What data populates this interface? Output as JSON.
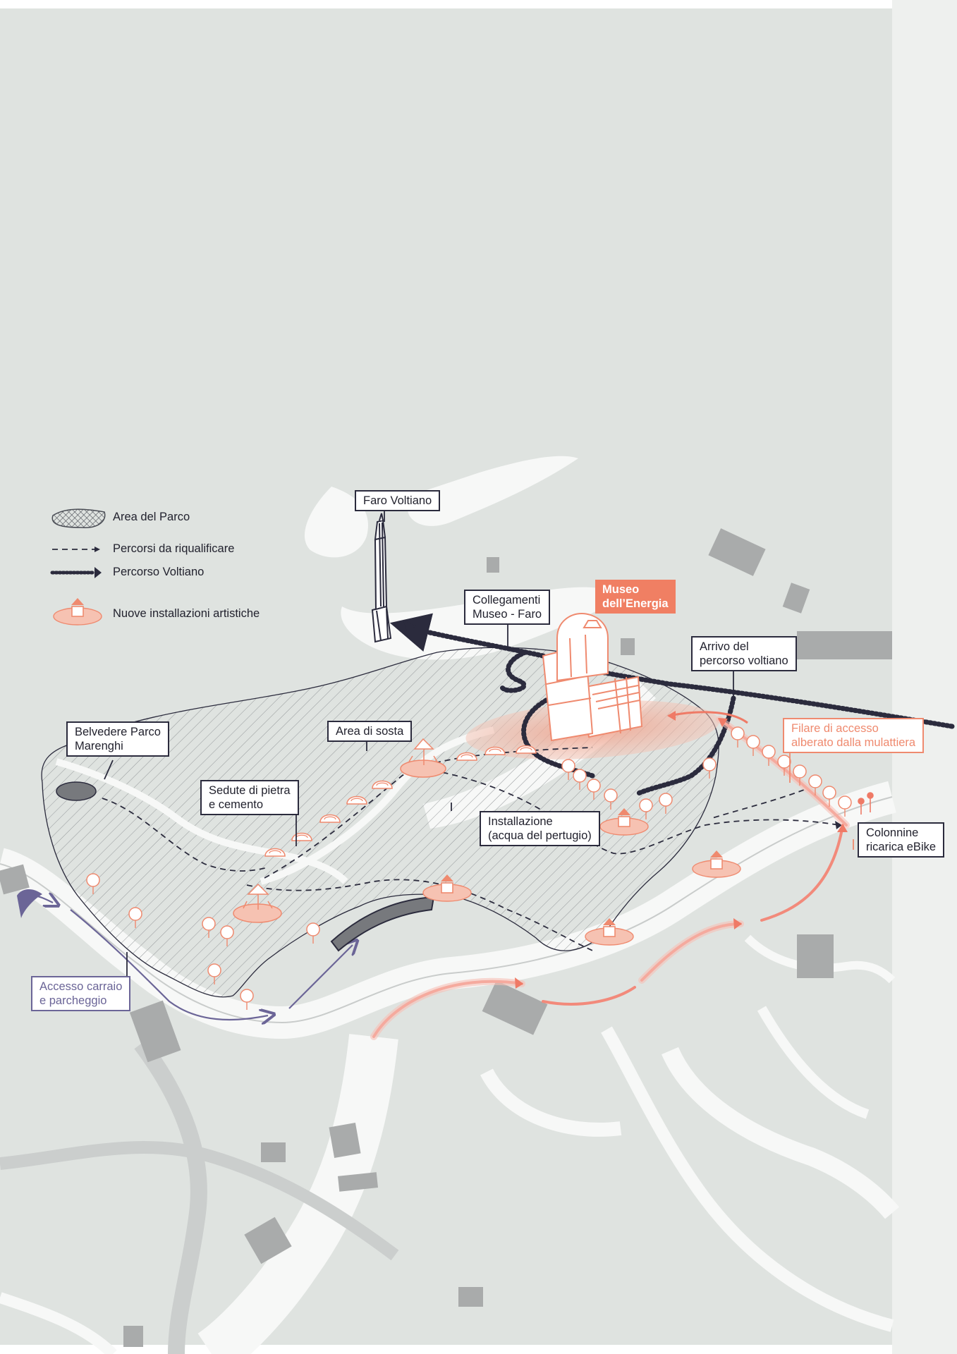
{
  "legend": {
    "park_area": "Area del Parco",
    "paths_to_requalify": "Percorsi da riqualificare",
    "voltian_path": "Percorso Voltiano",
    "art_installations": "Nuove installazioni artistiche"
  },
  "labels": {
    "faro": "Faro Voltiano",
    "collegamenti": "Collegamenti\nMuseo - Faro",
    "museo": "Museo\ndell’Energia",
    "arrivo": "Arrivo del\npercorso voltiano",
    "belvedere": "Belvedere Parco\nMarenghi",
    "area_sosta": "Area di sosta",
    "filare": "Filare di accesso\nalberato dalla mulattiera",
    "sedute": "Sedute di pietra\ne cemento",
    "installazione": "Installazione\n(acqua del pertugio)",
    "colonnine": "Colonnine\nricarica eBike",
    "accesso": "Accesso carraio\ne parcheggio"
  },
  "colors": {
    "background": "#dfe3e0",
    "roads": "#f7f8f7",
    "buildings": "#a9abab",
    "park_hatch": "#9a9ea0",
    "dark_navy": "#2b2b3d",
    "coral": "#ef8a6f",
    "violet": "#6b6597"
  },
  "icons": [
    "tower-icon",
    "museum-building-icon",
    "art-installation-icon",
    "tree-icon",
    "bench-icon",
    "ebike-charger-icon"
  ]
}
